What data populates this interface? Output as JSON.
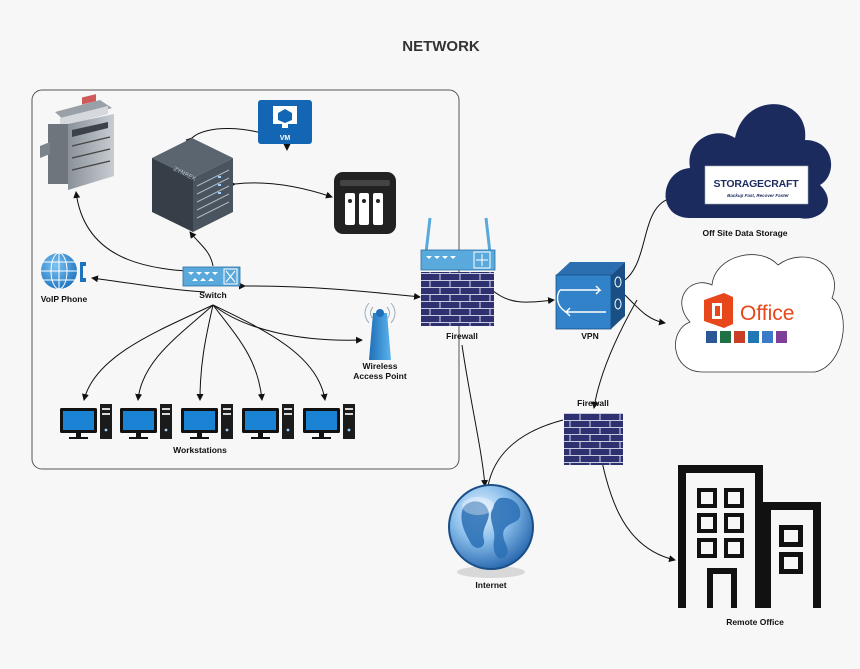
{
  "title": "NETWORK",
  "colors": {
    "background": "#f7f7f7",
    "firewall": "#2e3070",
    "switch_blue": "#5aa9dd",
    "server": "#3d4752",
    "cloud_navy": "#1c2b5e",
    "office_orange": "#e8461b",
    "monitor_blue": "#1a83d4",
    "vm_blue": "#1366b3"
  },
  "labels": {
    "vm": "VM",
    "voip": "VoIP Phone",
    "switch": "Switch",
    "wap_line1": "Wireless",
    "wap_line2": "Access Point",
    "workstations": "Workstations",
    "firewall_main": "Firewall",
    "vpn": "VPN",
    "offsite": "Off Site Data Storage",
    "firewall_remote": "Firewall",
    "internet": "Internet",
    "remote_office": "Remote Office"
  },
  "logos": {
    "storagecraft": "STORAGECRAFT",
    "storagecraft_tagline": "Backup Fast, Recover Faster",
    "office": "Office",
    "server_brand": "ZYNREX"
  },
  "icons": [
    "printer-icon",
    "server-rack-icon",
    "vm-icon",
    "nas-icon",
    "voip-phone-icon",
    "switch-icon",
    "wireless-access-point-icon",
    "workstation-icon",
    "firewall-icon",
    "router-icon",
    "vpn-icon",
    "cloud-icon",
    "office-logo-icon",
    "globe-icon",
    "building-icon"
  ]
}
